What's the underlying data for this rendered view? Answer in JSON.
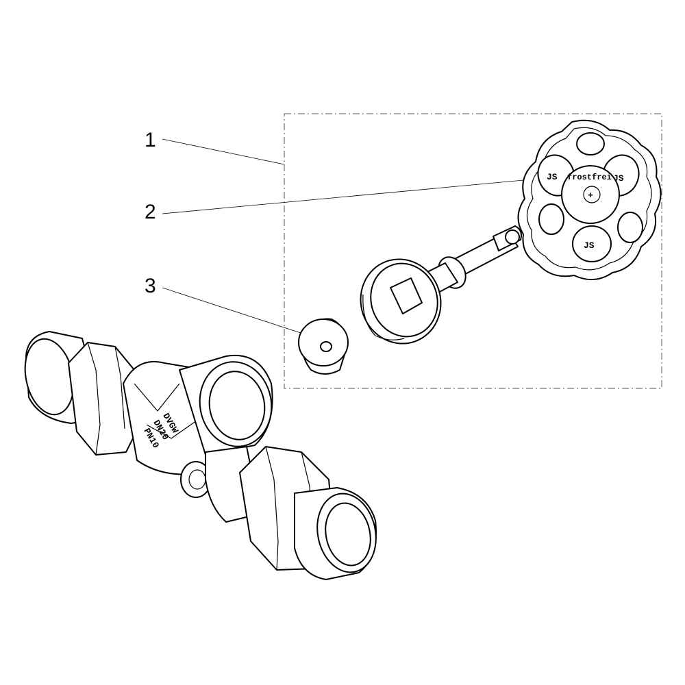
{
  "callouts": [
    {
      "id": "1",
      "label": "1"
    },
    {
      "id": "2",
      "label": "2"
    },
    {
      "id": "3",
      "label": "3"
    }
  ],
  "handwheel": {
    "brand_text": "frostfrei",
    "center_symbol": "+",
    "logo_text": "JS"
  },
  "body_marking": {
    "lines": [
      "DVGW",
      "DN20",
      "PN10"
    ]
  }
}
